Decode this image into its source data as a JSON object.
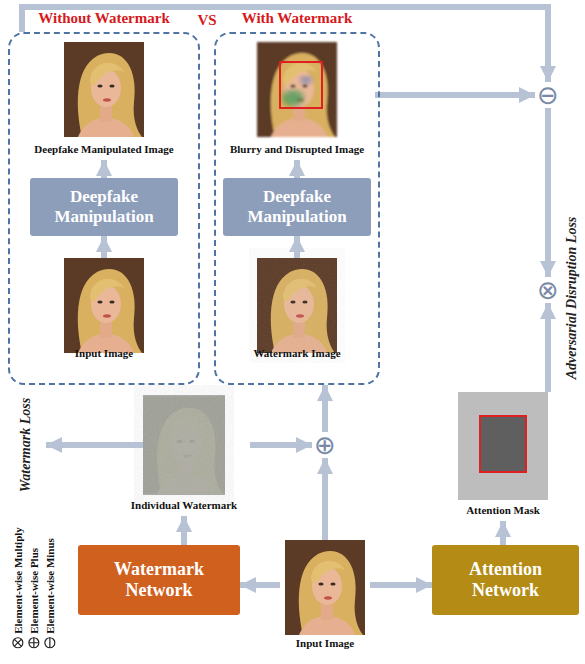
{
  "diagram": {
    "nodes": [
      {
        "text": [
          "Without Watermark"
        ]
      },
      {
        "text": [
          "Deepfake Manipulated Image"
        ],
        "in": 0
      },
      {
        "text": [
          "Deepfake Manipulation"
        ],
        "in": 0
      },
      {
        "text": [
          "Input Image"
        ],
        "in": 0
      },
      {
        "text": [
          "With Watermark"
        ]
      },
      {
        "text": [
          "Blurry and Disrupted Image"
        ],
        "in": 4
      },
      {
        "text": [
          "Deepfake Manipulation"
        ],
        "in": 4
      },
      {
        "text": [
          "Watermark Image"
        ],
        "in": 4
      },
      {
        "text": [
          "⊖"
        ]
      },
      {
        "text": [
          "⊗"
        ]
      },
      {
        "text": [
          "Individual Watermark"
        ]
      },
      {
        "text": [
          "⊕"
        ]
      },
      {
        "text": [
          "Attention Mask"
        ]
      },
      {
        "text": [
          "Watermark Network"
        ]
      },
      {
        "text": [
          "Input Image"
        ]
      },
      {
        "text": [
          "Attention Network"
        ]
      }
    ],
    "edges": [
      {
        "from": 3,
        "to": 2,
        "arrow": "to"
      },
      {
        "from": 2,
        "to": 1,
        "arrow": "to"
      },
      {
        "from": 7,
        "to": 6,
        "arrow": "to"
      },
      {
        "from": 6,
        "to": 5,
        "arrow": "to"
      },
      {
        "from": 0,
        "to": 8,
        "arrow": "to"
      },
      {
        "from": 5,
        "to": 8,
        "arrow": "to"
      },
      {
        "from": 8,
        "to": 9,
        "arrow": "to"
      },
      {
        "from": 12,
        "to": 9,
        "arrow": "to"
      },
      {
        "from": 14,
        "to": 13,
        "arrow": "to"
      },
      {
        "from": 14,
        "to": 15,
        "arrow": "to"
      },
      {
        "from": 13,
        "to": 10,
        "arrow": "to"
      },
      {
        "from": 10,
        "to": 11,
        "arrow": "to"
      },
      {
        "from": 14,
        "to": 11,
        "arrow": "to"
      },
      {
        "from": 11,
        "to": 4,
        "arrow": "to"
      },
      {
        "from": 15,
        "to": 12,
        "arrow": "to"
      }
    ],
    "labels": [
      "VS",
      "Watermark Loss",
      "Adversarial Disruption Loss"
    ],
    "legend": [
      {
        "text": "Element-wise Multiply"
      },
      {
        "text": "Element-wise Plus"
      },
      {
        "text": "Element-wise Minus"
      }
    ]
  }
}
